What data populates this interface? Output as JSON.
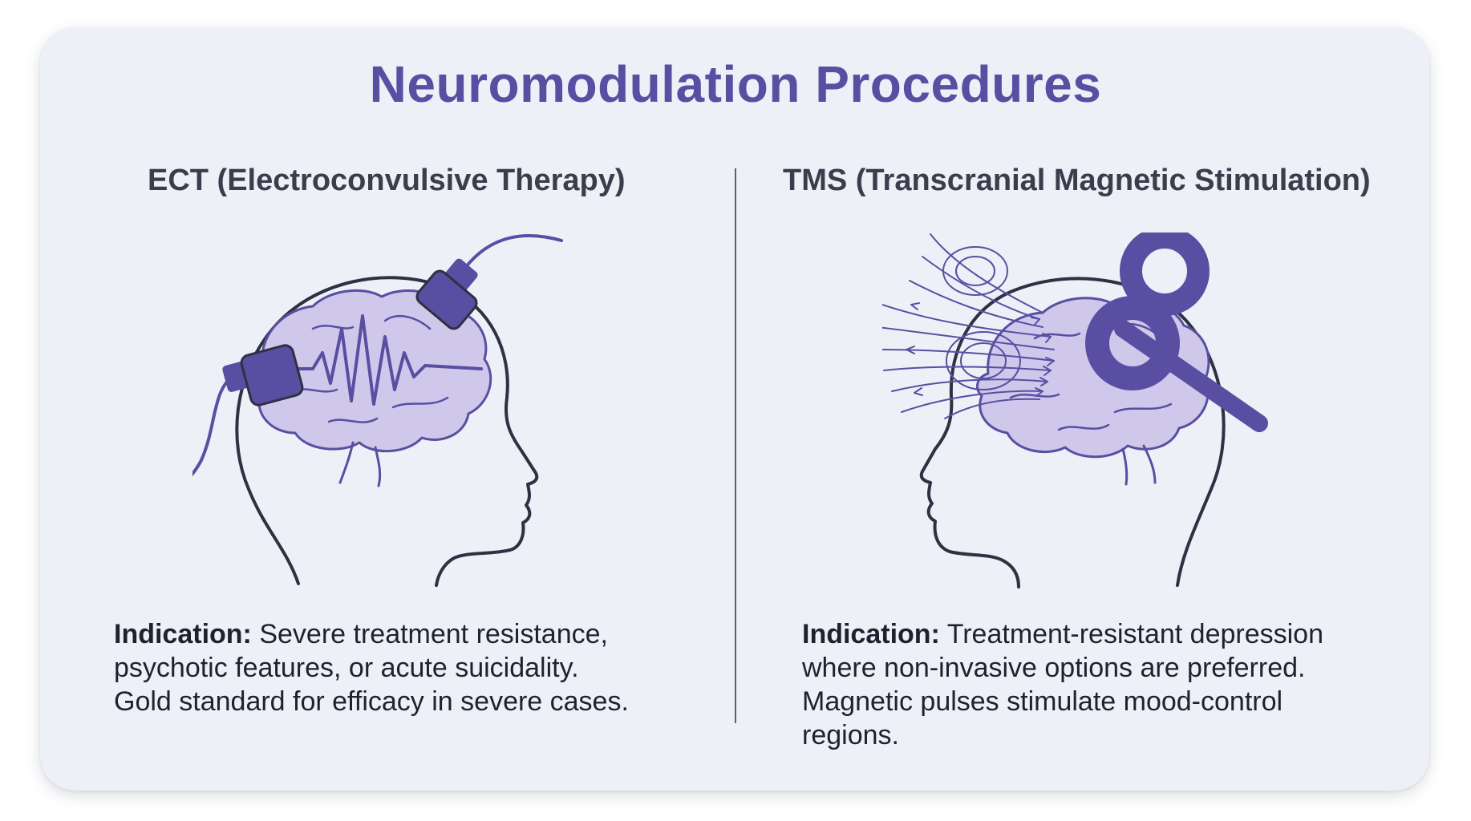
{
  "title": "Neuromodulation Procedures",
  "colors": {
    "accent": "#5a4ea3",
    "brain_fill": "#cfc8ea",
    "outline": "#2e3142",
    "card": "#edf0f6"
  },
  "panels": {
    "ect": {
      "heading": "ECT (Electroconvulsive Therapy)",
      "indication_label": "Indication:",
      "line1_rest": " Severe treatment resistance,",
      "line2": "psychotic features, or acute suicidality.",
      "line3": "Gold standard for efficacy in severe cases.",
      "icons": [
        "head-profile-icon",
        "brain-icon",
        "electrode-icon",
        "eeg-wave-icon"
      ]
    },
    "tms": {
      "heading": "TMS (Transcranial Magnetic Stimulation)",
      "indication_label": "Indication:",
      "line1_rest": " Treatment-resistant depression",
      "line2": "where non-invasive options are preferred.",
      "line3": "Magnetic pulses stimulate mood-control",
      "line4": "regions.",
      "icons": [
        "head-profile-icon",
        "brain-icon",
        "figure-eight-coil-icon",
        "magnetic-field-lines-icon"
      ]
    }
  }
}
